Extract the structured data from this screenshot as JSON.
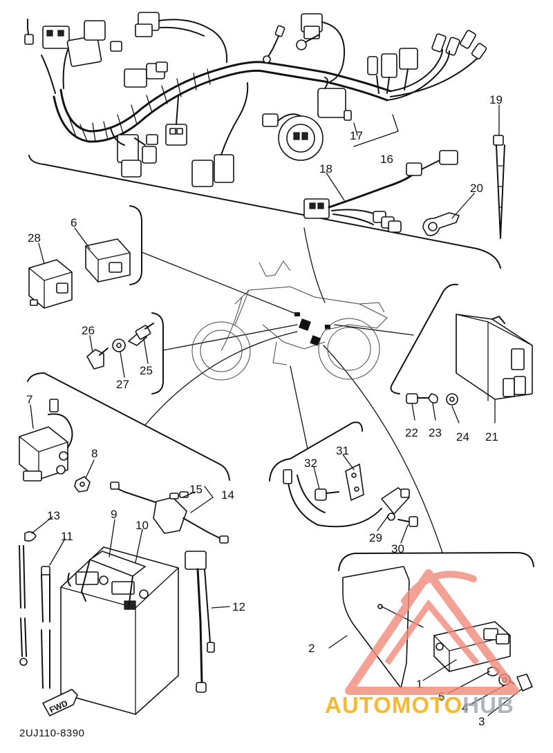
{
  "diagram": {
    "part_code": "2UJ110-8390",
    "fwd_label": "FWD",
    "callouts": [
      {
        "id": "c1",
        "label": "1"
      },
      {
        "id": "c2",
        "label": "2"
      },
      {
        "id": "c3",
        "label": "3"
      },
      {
        "id": "c4",
        "label": "4"
      },
      {
        "id": "c5",
        "label": "5"
      },
      {
        "id": "c6",
        "label": "6"
      },
      {
        "id": "c7",
        "label": "7"
      },
      {
        "id": "c8",
        "label": "8"
      },
      {
        "id": "c9",
        "label": "9"
      },
      {
        "id": "c10",
        "label": "10"
      },
      {
        "id": "c11",
        "label": "11"
      },
      {
        "id": "c12",
        "label": "12"
      },
      {
        "id": "c13",
        "label": "13"
      },
      {
        "id": "c14",
        "label": "14"
      },
      {
        "id": "c15",
        "label": "15"
      },
      {
        "id": "c16",
        "label": "16"
      },
      {
        "id": "c17",
        "label": "17"
      },
      {
        "id": "c18",
        "label": "18"
      },
      {
        "id": "c19",
        "label": "19"
      },
      {
        "id": "c20",
        "label": "20"
      },
      {
        "id": "c21",
        "label": "21"
      },
      {
        "id": "c22",
        "label": "22"
      },
      {
        "id": "c23",
        "label": "23"
      },
      {
        "id": "c24",
        "label": "24"
      },
      {
        "id": "c25",
        "label": "25"
      },
      {
        "id": "c26",
        "label": "26"
      },
      {
        "id": "c27",
        "label": "27"
      },
      {
        "id": "c28",
        "label": "28"
      },
      {
        "id": "c29",
        "label": "29"
      },
      {
        "id": "c30",
        "label": "30"
      },
      {
        "id": "c31",
        "label": "31"
      },
      {
        "id": "c32",
        "label": "32"
      }
    ]
  },
  "watermark": {
    "text_part1": "AUTOMOTO",
    "text_part2": "HUB",
    "color_primary": "#f08a7a",
    "color_accent": "#f5a800",
    "color_hub": "#9aa3ad"
  }
}
